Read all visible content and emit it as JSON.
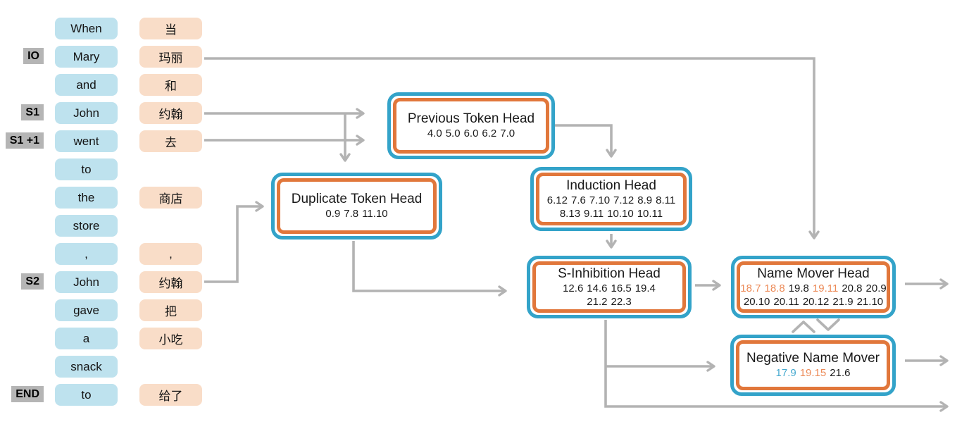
{
  "colors": {
    "teal_border": "#33a3c9",
    "orange_border": "#e1773b",
    "arrow_gray": "#b3b3b3",
    "token_en_bg": "#bee2ee",
    "token_zh_bg": "#f9ddc8",
    "row_label_bg": "#b5b5b5",
    "num_orange": "#ec8a57",
    "num_blue": "#45a9cf",
    "background": "#ffffff"
  },
  "token_table": {
    "rows": [
      {
        "label": "",
        "en": "When",
        "zh": "当"
      },
      {
        "label": "IO",
        "en": "Mary",
        "zh": "玛丽"
      },
      {
        "label": "",
        "en": "and",
        "zh": "和"
      },
      {
        "label": "S1",
        "en": "John",
        "zh": "约翰"
      },
      {
        "label": "S1 +1",
        "en": "went",
        "zh": "去"
      },
      {
        "label": "",
        "en": "to",
        "zh": ""
      },
      {
        "label": "",
        "en": "the",
        "zh": "商店"
      },
      {
        "label": "",
        "en": "store",
        "zh": ""
      },
      {
        "label": "",
        "en": ",",
        "zh": ","
      },
      {
        "label": "S2",
        "en": "John",
        "zh": "约翰"
      },
      {
        "label": "",
        "en": "gave",
        "zh": "把"
      },
      {
        "label": "",
        "en": "a",
        "zh": "小吃"
      },
      {
        "label": "",
        "en": "snack",
        "zh": ""
      },
      {
        "label": "END",
        "en": "to",
        "zh": "给了"
      }
    ]
  },
  "heads": [
    {
      "id": "previous-token-head",
      "title": "Previous Token Head",
      "num_lines": [
        [
          {
            "t": "4.0"
          },
          {
            "t": "5.0"
          },
          {
            "t": "6.0"
          },
          {
            "t": "6.2"
          },
          {
            "t": "7.0"
          }
        ]
      ]
    },
    {
      "id": "duplicate-token-head",
      "title": "Duplicate Token Head",
      "num_lines": [
        [
          {
            "t": "0.9"
          },
          {
            "t": "7.8"
          },
          {
            "t": "11.10"
          }
        ]
      ]
    },
    {
      "id": "induction-head",
      "title": "Induction Head",
      "num_lines": [
        [
          {
            "t": "6.12"
          },
          {
            "t": "7.6"
          },
          {
            "t": "7.10"
          },
          {
            "t": "7.12"
          },
          {
            "t": "8.9"
          },
          {
            "t": "8.11"
          }
        ],
        [
          {
            "t": "8.13"
          },
          {
            "t": "9.11"
          },
          {
            "t": "10.10"
          },
          {
            "t": "10.11"
          }
        ]
      ]
    },
    {
      "id": "s-inhibition-head",
      "title": "S-Inhibition Head",
      "num_lines": [
        [
          {
            "t": "12.6"
          },
          {
            "t": "14.6"
          },
          {
            "t": "16.5"
          },
          {
            "t": "19.4"
          }
        ],
        [
          {
            "t": "21.2"
          },
          {
            "t": "22.3"
          }
        ]
      ]
    },
    {
      "id": "name-mover-head",
      "title": "Name Mover Head",
      "num_lines": [
        [
          {
            "t": "18.7",
            "c": "orange"
          },
          {
            "t": "18.8",
            "c": "orange"
          },
          {
            "t": "19.8"
          },
          {
            "t": "19.11",
            "c": "orange"
          },
          {
            "t": "20.8"
          },
          {
            "t": "20.9"
          }
        ],
        [
          {
            "t": "20.10"
          },
          {
            "t": "20.11"
          },
          {
            "t": "20.12"
          },
          {
            "t": "21.9"
          },
          {
            "t": "21.10"
          }
        ]
      ]
    },
    {
      "id": "negative-name-mover",
      "title": "Negative Name Mover",
      "num_lines": [
        [
          {
            "t": "17.9",
            "c": "blue"
          },
          {
            "t": "19.15",
            "c": "orange"
          },
          {
            "t": "21.6"
          }
        ]
      ]
    }
  ],
  "connections": [
    {
      "from": "token-玛丽 (IO)",
      "to": "name-mover-head"
    },
    {
      "from": "token-约翰 (S1)",
      "to": "previous-token-head"
    },
    {
      "from": "token-去 (S1 +1)",
      "to": "previous-token-head"
    },
    {
      "from": "token-约翰 (S1) branch",
      "to": "duplicate-token-head"
    },
    {
      "from": "token-约翰 (S2)",
      "to": "duplicate-token-head"
    },
    {
      "from": "previous-token-head",
      "to": "induction-head"
    },
    {
      "from": "induction-head",
      "to": "s-inhibition-head"
    },
    {
      "from": "duplicate-token-head",
      "to": "s-inhibition-head"
    },
    {
      "from": "s-inhibition-head",
      "to": "name-mover-head"
    },
    {
      "from": "s-inhibition-head",
      "to": "negative-name-mover"
    },
    {
      "from": "s-inhibition-head",
      "to": "output-right-bottom"
    },
    {
      "from": "name-mover-head",
      "to": "output-right"
    },
    {
      "from": "negative-name-mover",
      "to": "output-right"
    },
    {
      "from": "name-mover-head",
      "to": "negative-name-mover",
      "bidirectional": true
    }
  ]
}
